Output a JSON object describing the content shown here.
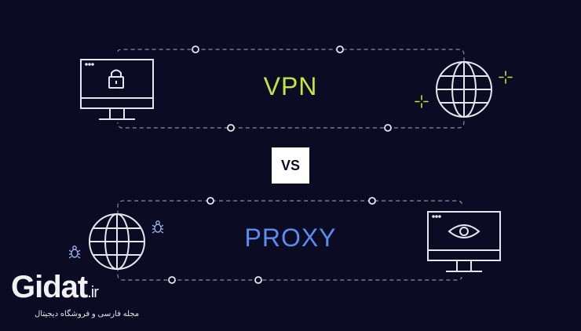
{
  "labels": {
    "vpn": "VPN",
    "vs": "VS",
    "proxy": "PROXY"
  },
  "watermark": {
    "brand": "Gidat",
    "tld": ".ir",
    "tagline": "مجله فارسی و فروشگاه دیجیتال"
  },
  "icons": {
    "vpn_left": "monitor-lock-icon",
    "vpn_right": "globe-icon",
    "proxy_left": "globe-icon",
    "proxy_right": "monitor-eye-icon",
    "sparkle": "sparkle-icon",
    "bug": "bug-icon"
  },
  "colors": {
    "background": "#0b0b23",
    "vpn": "#c1e542",
    "proxy": "#5b8cf0",
    "lines": "#d8d8e0",
    "vs_box": "#ffffff"
  }
}
